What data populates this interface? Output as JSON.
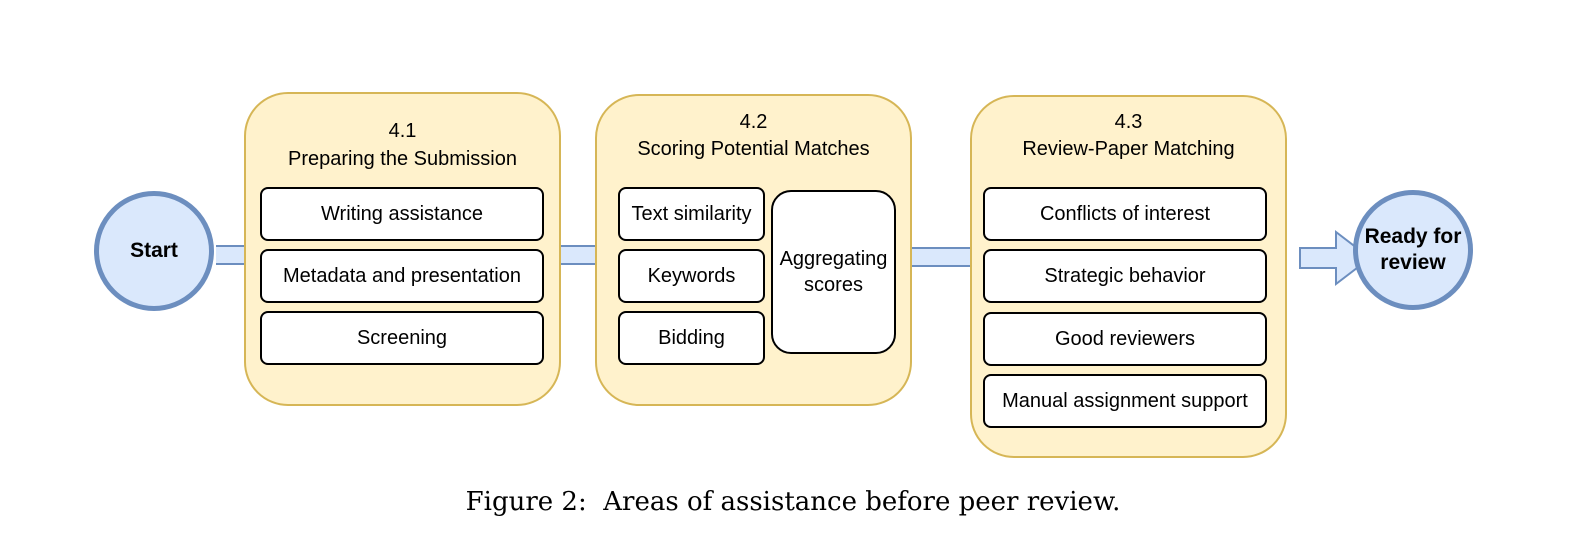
{
  "start": {
    "label": "Start"
  },
  "end": {
    "label": "Ready for review"
  },
  "groups": [
    {
      "number": "4.1",
      "title": "Preparing the Submission",
      "items": [
        "Writing assistance",
        "Metadata and presentation",
        "Screening"
      ]
    },
    {
      "number": "4.2",
      "title": "Scoring Potential Matches",
      "items": [
        "Text similarity",
        "Keywords",
        "Bidding"
      ],
      "side_item": "Aggregating scores"
    },
    {
      "number": "4.3",
      "title": "Review-Paper Matching",
      "items": [
        "Conflicts of interest",
        "Strategic behavior",
        "Good reviewers",
        "Manual assignment support"
      ]
    }
  ],
  "caption": "Figure 2:  Areas of assistance before peer review.",
  "colors": {
    "node_fill": "#dae8fc",
    "node_stroke": "#6c8ebf",
    "group_fill": "#fff2cc",
    "group_stroke": "#d6b656"
  }
}
